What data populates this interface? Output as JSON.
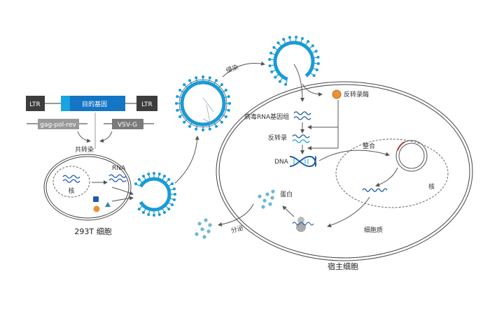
{
  "plasmid": {
    "ltr_left": "LTR",
    "gene": "目的基因",
    "ltr_right": "LTR",
    "packaging": "gag-pol-rev",
    "envelope": "VSV-G"
  },
  "labels": {
    "cotransfection": "共转染",
    "rna": "RNA",
    "nucleus_293t": "核",
    "cell_293t": "293T 细胞",
    "infection": "侵染",
    "reverse_transcriptase": "反转录酶",
    "viral_rna": "病毒RNA基因组",
    "reverse_transcription": "反转录",
    "dna": "DNA",
    "integration": "整合",
    "nucleus_host": "核",
    "protein": "蛋白",
    "secretion": "分泌",
    "cytoplasm": "细胞质",
    "host_cell": "宿主细胞"
  },
  "colors": {
    "virus": "#1a9ad6",
    "dark": "#3d3d3d",
    "gray": "#8a8a8a",
    "rt": "#e8913a",
    "dna": "#1f5aa8",
    "protein": "#6bb8d6"
  }
}
